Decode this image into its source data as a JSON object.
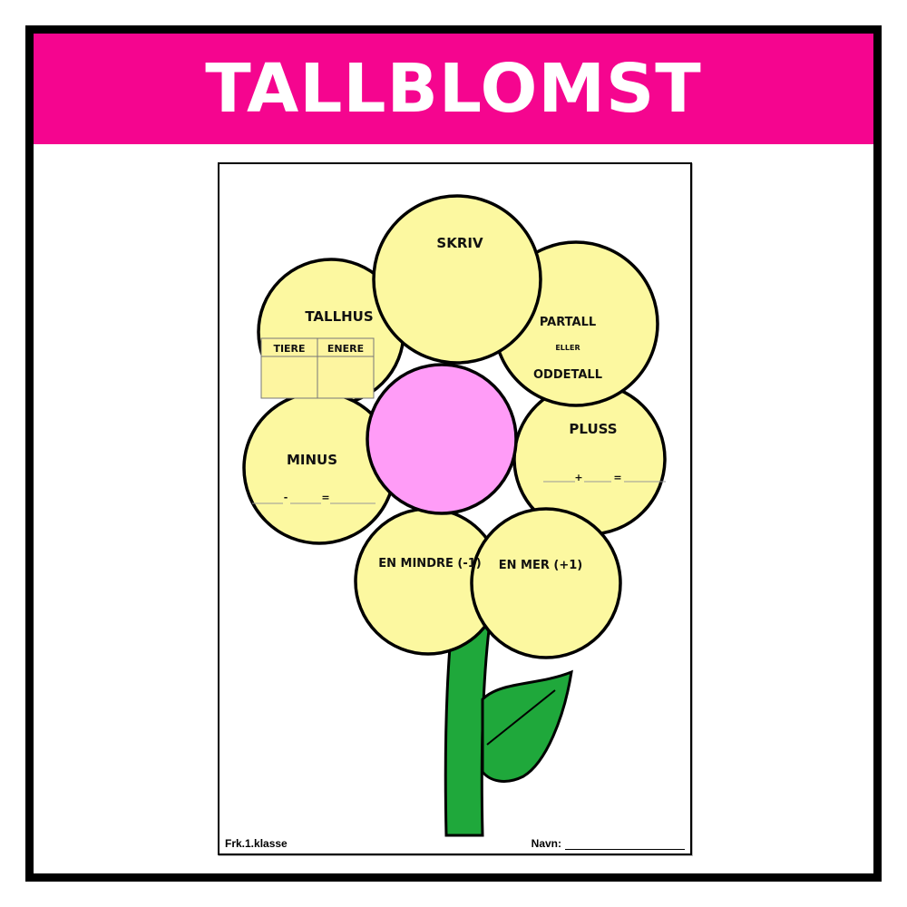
{
  "banner": {
    "title": "TALLBLOMST"
  },
  "colors": {
    "banner": "#f5058f",
    "petal": "#fcf8a0",
    "center": "#ff9cf7",
    "stem": "#1fa83b",
    "tallhus_box": "#fdf5a0"
  },
  "worksheet": {
    "petals": {
      "skriv": "SKRIV",
      "tallhus": "TALLHUS",
      "tiere": "TIERE",
      "enere": "ENERE",
      "partall": "PARTALL",
      "eller": "ELLER",
      "oddetall": "ODDETALL",
      "pluss": "PLUSS",
      "pluss_sign": "+",
      "pluss_equals": "=",
      "minus": "MINUS",
      "minus_sign": "-",
      "minus_equals": "=",
      "en_mindre": "EN MINDRE (-1)",
      "en_mer": "EN MER (+1)"
    },
    "footer": {
      "brand": "Frk.1.klasse",
      "name_label": "Navn:"
    }
  }
}
